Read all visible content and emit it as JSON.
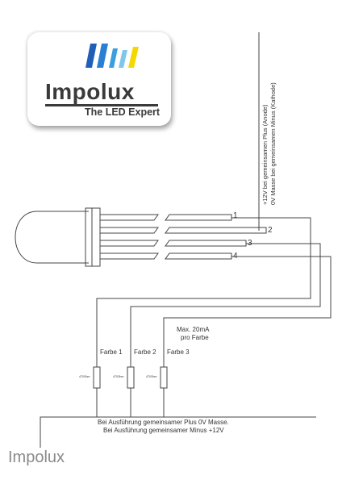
{
  "logo": {
    "brand": "Impolux",
    "tagline": "The LED Expert",
    "stripe_colors": [
      "#1f5fb8",
      "#2a7fd4",
      "#3a9fe0",
      "#7fc6ec",
      "#f4d800"
    ]
  },
  "supply_label": {
    "line1": "+12V bei gemeinsamen Plus (Anode)",
    "line2": "0V Masse bei gemeinsamen Minus (Kathode)"
  },
  "pins": [
    "1",
    "2",
    "3",
    "4"
  ],
  "current_note": {
    "line1": "Max. 20mA",
    "line2": "pro Farbe"
  },
  "channels": [
    {
      "label": "Farbe 1",
      "resistor": "470Ohm"
    },
    {
      "label": "Farbe 2",
      "resistor": "470Ohm"
    },
    {
      "label": "Farbe 3",
      "resistor": "470Ohm"
    }
  ],
  "ground_note": {
    "line1": "Bei Ausführung gemeinsamer Plus 0V Masse.",
    "line2": "Bei Ausführung gemeinsamer Minus +12V"
  },
  "watermark": "Impolux"
}
